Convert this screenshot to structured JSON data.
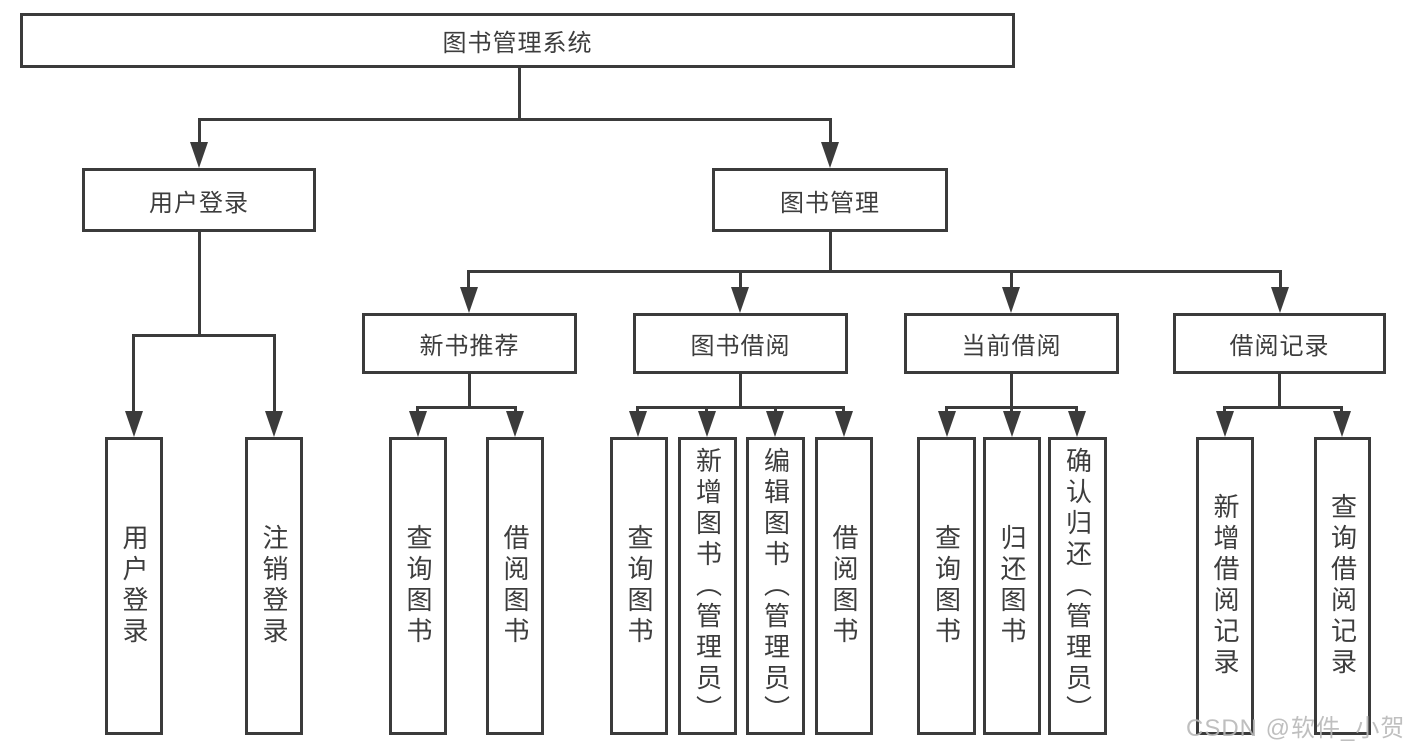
{
  "tree": {
    "label": "图书管理系统",
    "children": [
      {
        "label": "用户登录",
        "children": [
          {
            "label": "用户登录"
          },
          {
            "label": "注销登录"
          }
        ]
      },
      {
        "label": "图书管理",
        "children": [
          {
            "label": "新书推荐",
            "children": [
              {
                "label": "查询图书"
              },
              {
                "label": "借阅图书"
              }
            ]
          },
          {
            "label": "图书借阅",
            "children": [
              {
                "label": "查询图书"
              },
              {
                "label": "新增图书（管理员）"
              },
              {
                "label": "编辑图书（管理员）"
              },
              {
                "label": "借阅图书"
              }
            ]
          },
          {
            "label": "当前借阅",
            "children": [
              {
                "label": "查询图书"
              },
              {
                "label": "归还图书"
              },
              {
                "label": "确认归还（管理员）"
              }
            ]
          },
          {
            "label": "借阅记录",
            "children": [
              {
                "label": "新增借阅记录"
              },
              {
                "label": "查询借阅记录"
              }
            ]
          }
        ]
      }
    ]
  },
  "watermark": "CSDN @软件_小贺同学",
  "colors": {
    "line": "#3b3b3b",
    "text": "#3d3d3d",
    "watermark": "#b9b9b9",
    "background": "#ffffff"
  }
}
